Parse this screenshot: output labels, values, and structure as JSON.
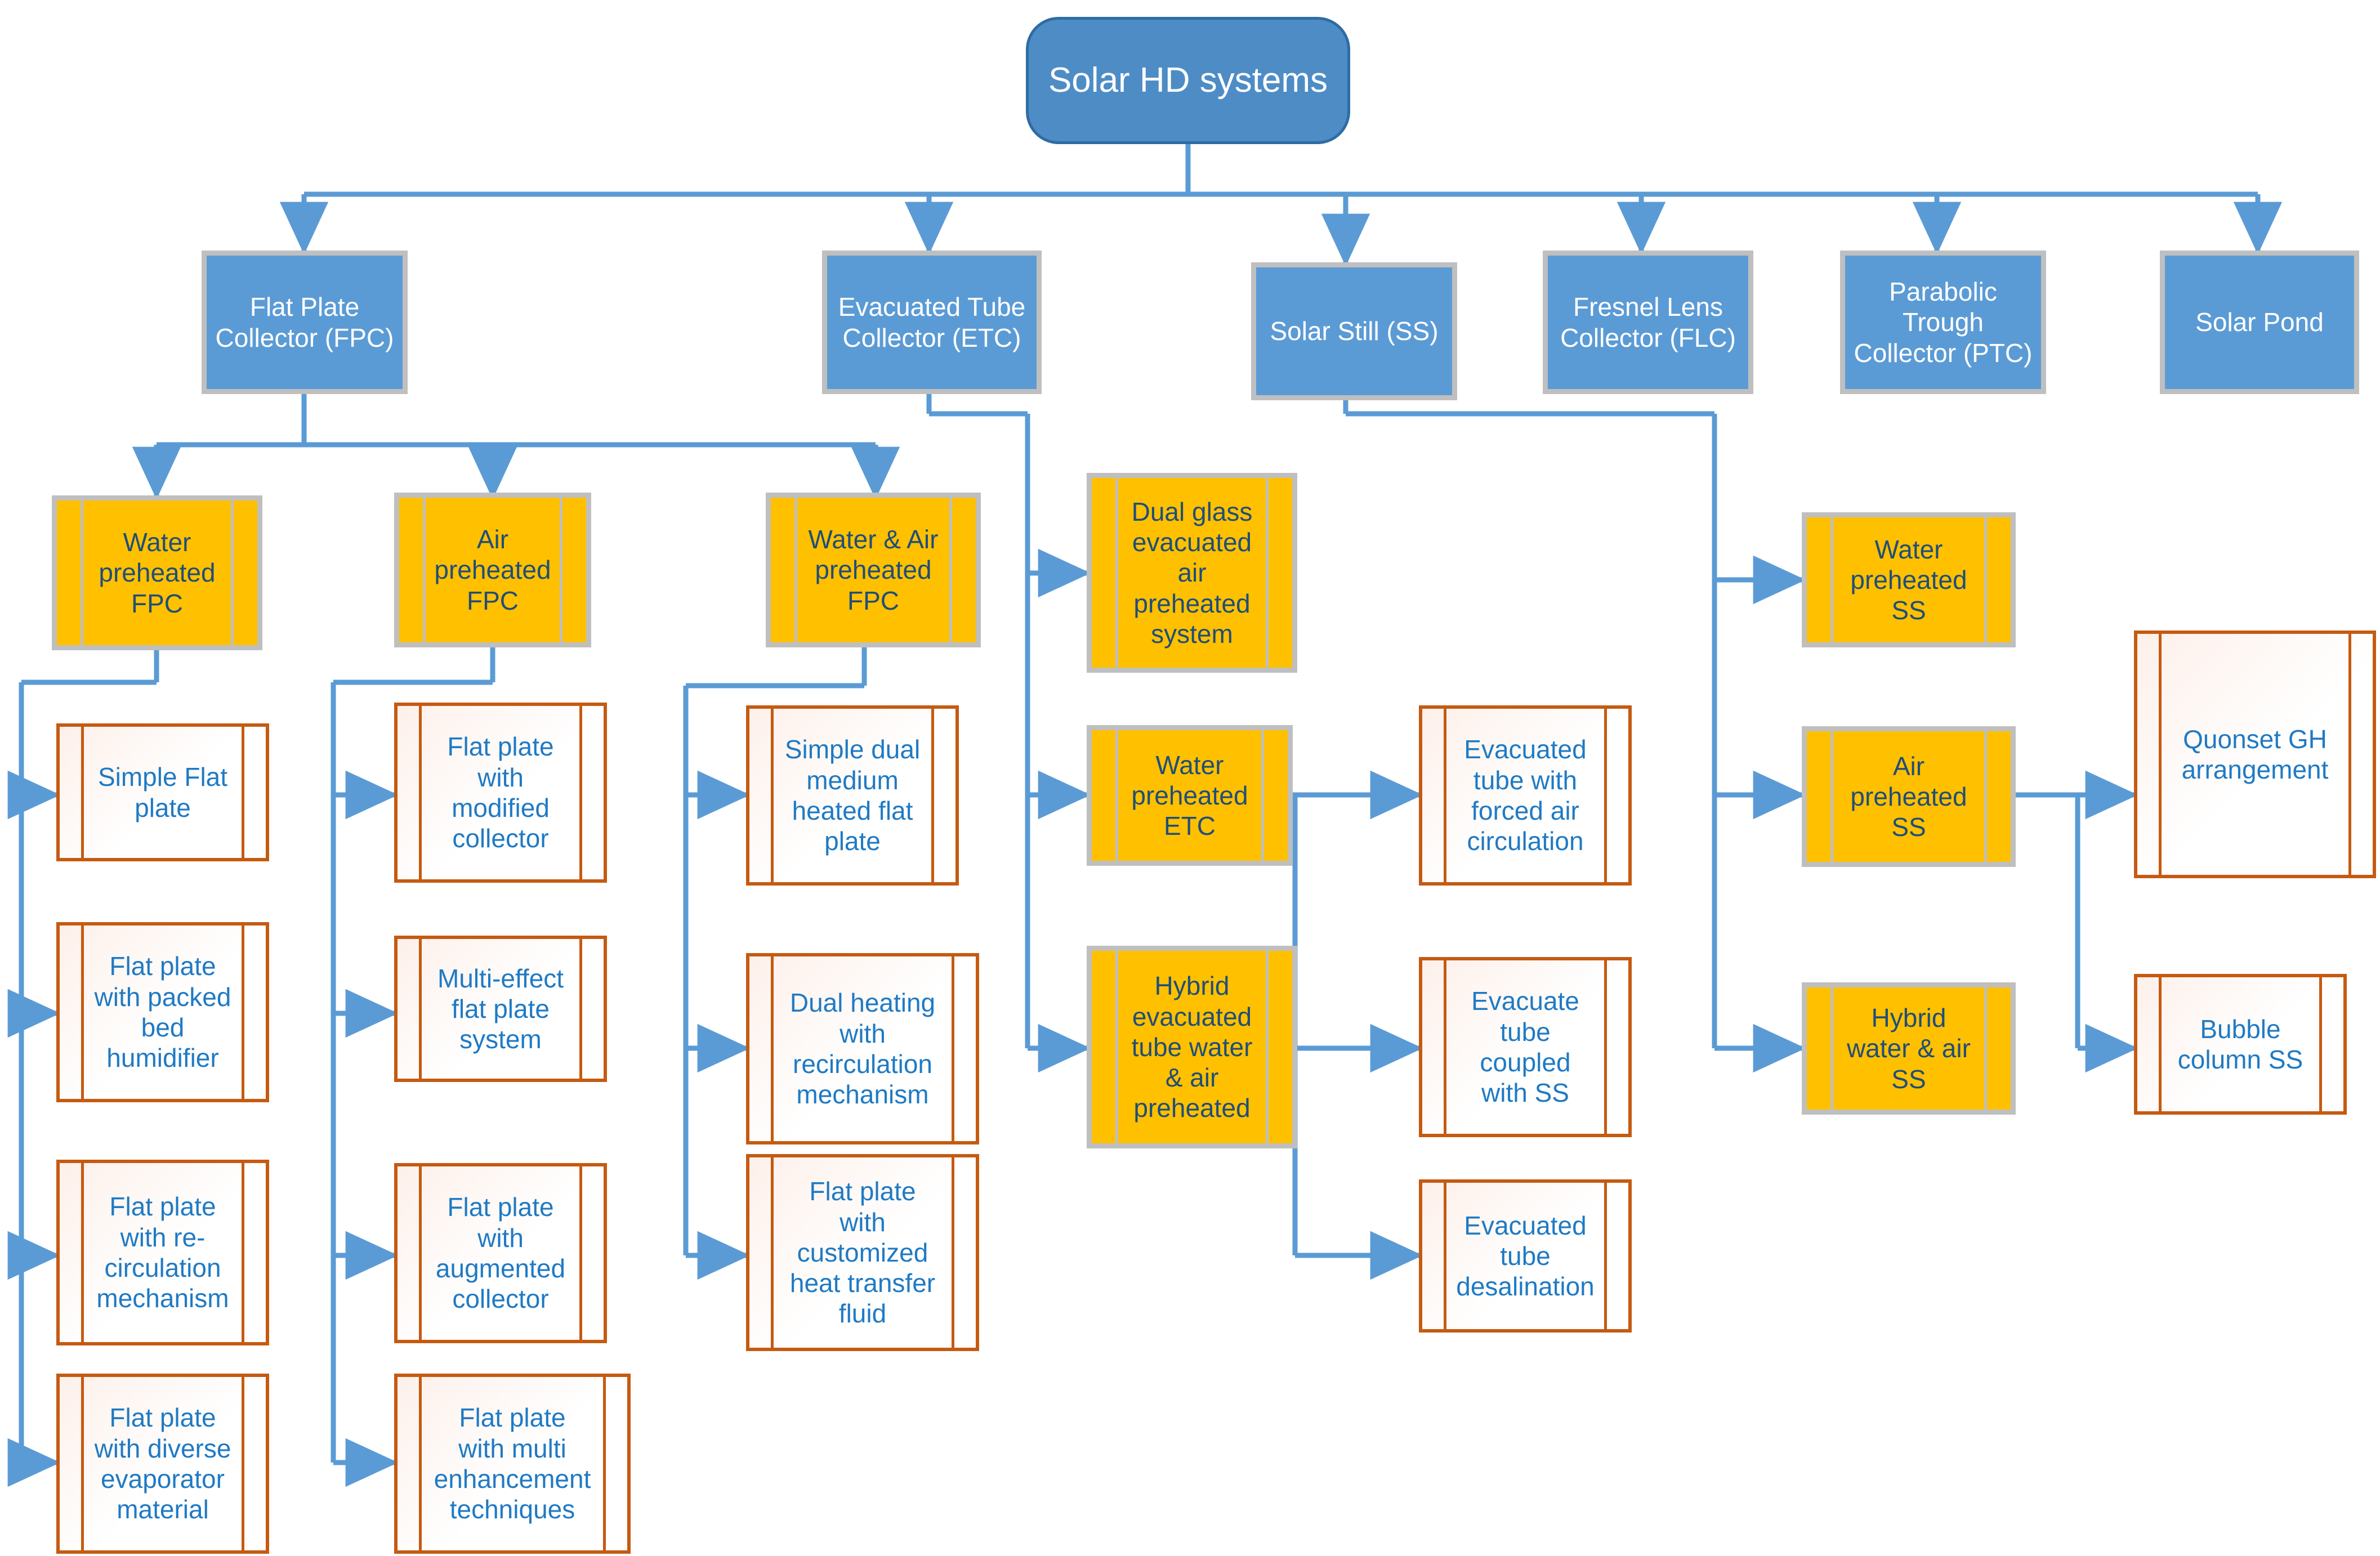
{
  "diagram": {
    "title": "Solar HD systems",
    "type": "hierarchy-flowchart",
    "colors": {
      "root_fill": "#4E8CC6",
      "root_border": "#2E6CA4",
      "level2_fill": "#5B9BD5",
      "level2_border": "#BFBFBF",
      "level3_fill": "#FFC000",
      "level3_text": "#1F4E79",
      "leaf_border": "#C55A11",
      "leaf_text": "#1F7AC4",
      "connector": "#5B9BD5"
    }
  },
  "root": {
    "label": "Solar HD systems"
  },
  "level2": [
    {
      "id": "fpc",
      "label": "Flat Plate\nCollector (FPC)"
    },
    {
      "id": "etc",
      "label": "Evacuated Tube\nCollector (ETC)"
    },
    {
      "id": "ss",
      "label": "Solar Still (SS)"
    },
    {
      "id": "flc",
      "label": "Fresnel Lens\nCollector (FLC)"
    },
    {
      "id": "ptc",
      "label": "Parabolic\nTrough\nCollector (PTC)"
    },
    {
      "id": "pond",
      "label": "Solar Pond"
    }
  ],
  "level3": [
    {
      "id": "fpc_water",
      "label": "Water\npreheated\nFPC"
    },
    {
      "id": "fpc_air",
      "label": "Air\npreheated\nFPC"
    },
    {
      "id": "fpc_waterair",
      "label": "Water & Air\npreheated\nFPC"
    },
    {
      "id": "etc_dualglass",
      "label": "Dual glass\nevacuated\nair\npreheated\nsystem"
    },
    {
      "id": "etc_water",
      "label": "Water\npreheated\nETC"
    },
    {
      "id": "etc_hybrid",
      "label": "Hybrid\nevacuated\ntube water\n& air\npreheated"
    },
    {
      "id": "ss_water",
      "label": "Water\npreheated\nSS"
    },
    {
      "id": "ss_air",
      "label": "Air\npreheated\nSS"
    },
    {
      "id": "ss_hybrid",
      "label": "Hybrid\nwater & air\nSS"
    }
  ],
  "leaves": [
    {
      "id": "l1",
      "parent": "fpc_water",
      "label": "Simple Flat\nplate"
    },
    {
      "id": "l2",
      "parent": "fpc_water",
      "label": "Flat plate\nwith packed\nbed\nhumidifier"
    },
    {
      "id": "l3",
      "parent": "fpc_water",
      "label": "Flat plate\nwith re-\ncirculation\nmechanism"
    },
    {
      "id": "l4",
      "parent": "fpc_water",
      "label": "Flat plate\nwith diverse\nevaporator\nmaterial"
    },
    {
      "id": "l5",
      "parent": "fpc_air",
      "label": "Flat plate\nwith\nmodified\ncollector"
    },
    {
      "id": "l6",
      "parent": "fpc_air",
      "label": "Multi-effect\nflat plate\nsystem"
    },
    {
      "id": "l7",
      "parent": "fpc_air",
      "label": "Flat plate\nwith\naugmented\ncollector"
    },
    {
      "id": "l8",
      "parent": "fpc_air",
      "label": "Flat plate\nwith multi\nenhancement\ntechniques"
    },
    {
      "id": "l9",
      "parent": "fpc_waterair",
      "label": "Simple dual\nmedium\nheated flat\nplate"
    },
    {
      "id": "l10",
      "parent": "fpc_waterair",
      "label": "Dual heating\nwith\nrecirculation\nmechanism"
    },
    {
      "id": "l11",
      "parent": "fpc_waterair",
      "label": "Flat plate\nwith\ncustomized\nheat transfer\nfluid"
    },
    {
      "id": "l12",
      "parent": "etc_water",
      "label": "Evacuated\ntube with\nforced air\ncirculation"
    },
    {
      "id": "l13",
      "parent": "etc_water",
      "label": "Evacuate\ntube\ncoupled\nwith SS"
    },
    {
      "id": "l14",
      "parent": "etc_water",
      "label": "Evacuated\ntube\ndesalination"
    },
    {
      "id": "l15",
      "parent": "ss_air",
      "label": "Quonset GH\narrangement"
    },
    {
      "id": "l16",
      "parent": "ss_air",
      "label": "Bubble\ncolumn SS"
    }
  ]
}
